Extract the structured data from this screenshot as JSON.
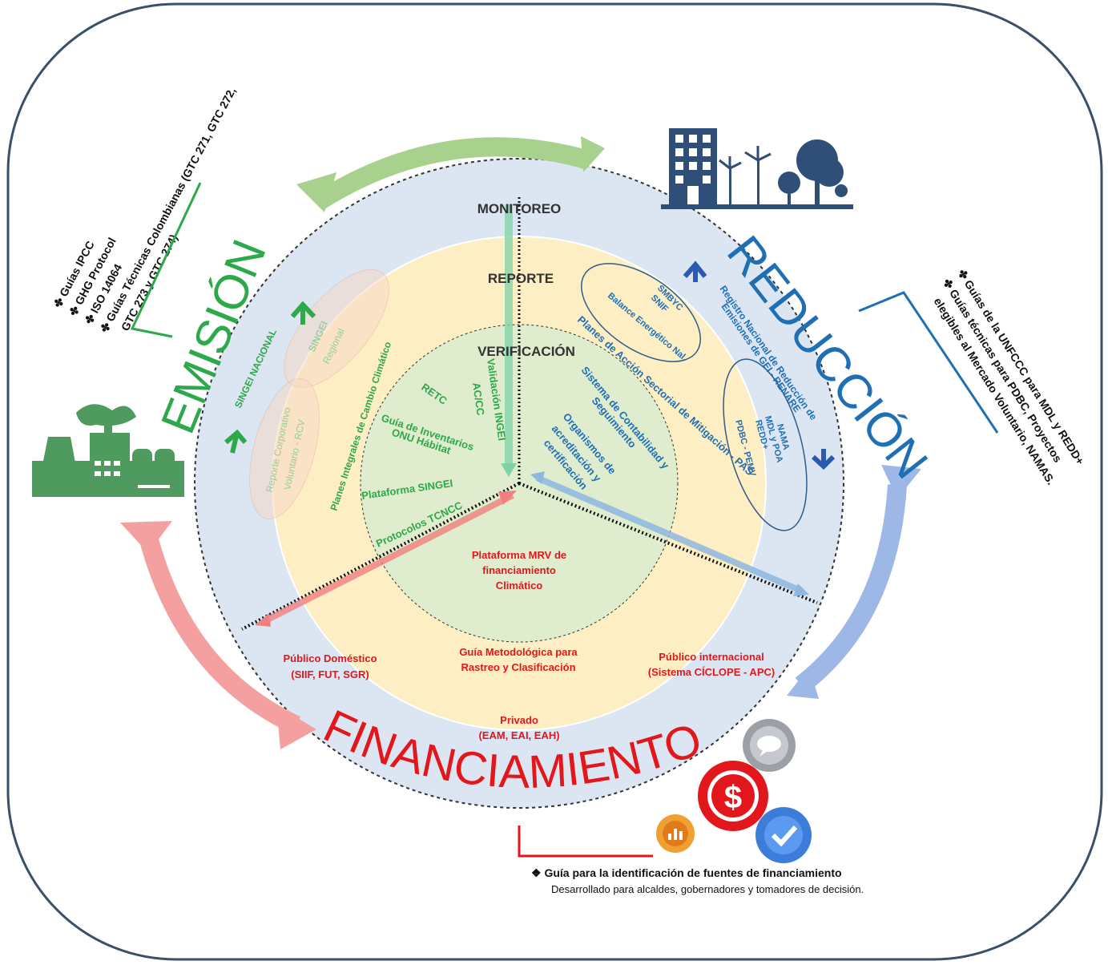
{
  "rings": {
    "monitoreo": "MONITOREO",
    "reporte": "REPORTE",
    "verificacion": "VERIFICACIÓN"
  },
  "sectors": {
    "emision": "EMISIÓN",
    "reduccion": "REDUCCIÓN",
    "financiamiento": "FINANCIAMIENTO"
  },
  "emision_refs": {
    "items": [
      "Guías IPCC",
      "GHG Protocol",
      "ISO 14064",
      "Guías Técnicas Colombianas (GTC 271, GTC 272,",
      "GTC 273 y GTC 274)"
    ]
  },
  "reduccion_refs": {
    "items": [
      "Guías de la UNFCCC para MDL y REDD+",
      "Guías técnicas para PDBC, Proyectos",
      "elegibles al Mercado Voluntario, NAMAS."
    ]
  },
  "financiamiento_ref": {
    "title": "Guía para la identificación de fuentes de financiamiento",
    "subtitle": "Desarrollado para alcaldes, gobernadores y tomadores de decisión."
  },
  "emision_items": {
    "singei_nacional": "SINGEI NACIONAL",
    "singei_regional_1": "SINGEI",
    "singei_regional_2": "Regional",
    "rcv_1": "Reporte Corporativo",
    "rcv_2": "Voluntario - RCV",
    "planes": "Planes Integrales de Cambio Climático",
    "retc": "RETC",
    "validacion_1": "Validación INGEI",
    "validacion_2": "AC/CC",
    "guia_1": "Guía de Inventarios",
    "guia_2": "ONU Hábitat",
    "plataforma": "Plataforma SINGEI",
    "protocolos": "Protocolos TCNCC"
  },
  "reduccion_items": {
    "renare_1": "Registro Nacional de Reducción de",
    "renare_2": "Emisiones de GEI - RENARE",
    "smbyc": "SMBYC",
    "snif": "SNIF",
    "balance": "Balance Energético Nal.",
    "pas": "Planes de Acción Sectorial de Mitigación - PAS",
    "scs_1": "Sistema de Contabilidad y",
    "scs_2": "Seguimiento",
    "org_1": "Organismos de",
    "org_2": "acreditación y",
    "org_3": "certificación",
    "nama": "NAMA",
    "mdl": "MDL y POA",
    "redd": "REDD+",
    "pdbc": "PDBC - PEMV"
  },
  "financ_items": {
    "plataforma_1": "Plataforma MRV de",
    "plataforma_2": "financiamiento",
    "plataforma_3": "Climático",
    "guia_1": "Guía Metodológica para",
    "guia_2": "Rastreo y Clasificación",
    "dom_1": "Público Doméstico",
    "dom_2": "(SIIF, FUT, SGR)",
    "int_1": "Público internacional",
    "int_2": "(Sistema CÍCLOPE - APC)",
    "priv_1": "Privado",
    "priv_2": "(EAM, EAI, EAH)"
  },
  "colors": {
    "emision": "#2da84a",
    "reduccion": "#1f6fb5",
    "financiamiento": "#e3161b",
    "ring_outer": "#dce6f3",
    "ring_middle": "#fdeec4",
    "ring_inner": "#dfeccd",
    "frame": "#3a5068"
  },
  "icons": [
    "factory-icon",
    "city-wind-trees-icon",
    "chat-gear-icon",
    "dollar-gear-icon",
    "check-gear-icon",
    "chart-gear-icon"
  ]
}
